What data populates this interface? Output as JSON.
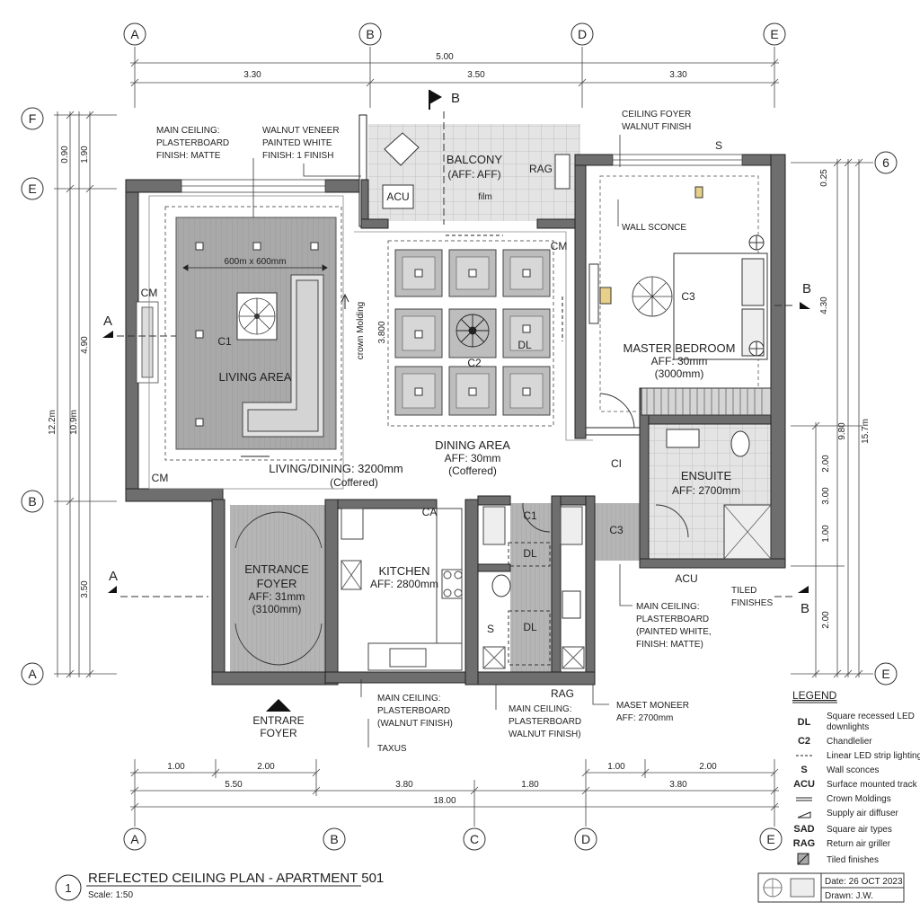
{
  "drawing": {
    "number": "1",
    "title": "REFLECTED CEILING PLAN - APARTMENT 501",
    "scale": "Scale: 1:50",
    "date": "Date: 26 OCT 2023",
    "drawn": "Drawn: J.W."
  },
  "grid": {
    "top": [
      "A",
      "B",
      "D",
      "E"
    ],
    "bottom": [
      "A",
      "B",
      "C",
      "D",
      "E"
    ],
    "left": [
      "F",
      "E",
      "B",
      "A"
    ],
    "right": [
      "6",
      "E"
    ]
  },
  "dims": {
    "top_overall": "5.00",
    "top_parts": [
      "3.30",
      "3.50",
      "3.30"
    ],
    "bottom_row1": [
      "1.00",
      "2.00",
      "1.00",
      "2.00"
    ],
    "bottom_row2": [
      "5.50",
      "3.80",
      "1.80",
      "3.80"
    ],
    "bottom_overall": "18.00",
    "left_a": [
      "0.90",
      "4.90",
      "3.50"
    ],
    "left_b": "1.90",
    "left_overall_a": "12.2m",
    "left_overall_b": "10.9m",
    "right_a": [
      "0.25",
      "4.30"
    ],
    "right_b": [
      "2.00",
      "3.00",
      "1.00",
      "2.00"
    ],
    "right_overall_a": "9.80",
    "right_overall_b": "15.7m",
    "living_coffer": "600m x 600mm",
    "dining_vertical": "3.800"
  },
  "rooms": {
    "balcony": {
      "name": "BALCONY",
      "sub": "(AFF: AFF)",
      "film": "film"
    },
    "living": {
      "name": "LIVING AREA"
    },
    "dining": {
      "name": "DINING AREA",
      "aff": "AFF: 30mm",
      "note": "(Coffered)"
    },
    "living_dining": {
      "name": "LIVING/DINING: 3200mm",
      "note": "(Coffered)"
    },
    "master": {
      "name": "MASTER BEDROOM",
      "aff": "AFF: 30mm",
      "note": "(3000mm)"
    },
    "ensuite": {
      "name": "ENSUITE",
      "aff": "AFF: 2700mm"
    },
    "kitchen": {
      "name": "KITCHEN",
      "aff": "AFF: 2800mm"
    },
    "foyer": {
      "name1": "ENTRANCE",
      "name2": "FOYER",
      "aff": "AFF: 31mm",
      "note": "(3100mm)"
    },
    "entry_label": [
      "ENTRARE",
      "FOYER"
    ]
  },
  "fixtures": {
    "c1": "C1",
    "c2": "C2",
    "c3": "C3",
    "c3b": "C3",
    "c1b": "C1",
    "ci": "CI",
    "dl": "DL",
    "dl2": "DL",
    "dl3": "DL",
    "cm1": "CM",
    "cm2": "CM",
    "cm3": "CM",
    "ca": "CA",
    "acu1": "ACU",
    "acu2": "ACU",
    "rag1": "RAG",
    "rag2": "RAG",
    "s1": "S",
    "s2": "S",
    "crown": "crown Molding"
  },
  "notes": {
    "main_ceiling_1": [
      "MAIN CEILING:",
      "PLASTERBOARD",
      "FINISH: MATTE"
    ],
    "walnut_1": [
      "WALNUT VENEER",
      "PAINTED WHITE",
      "FINISH: 1 FINISH"
    ],
    "ceiling_foyer": [
      "CEILING FOYER",
      "WALNUT FINISH"
    ],
    "wall_sconce": "WALL SCONCE",
    "main_ceiling_2": [
      "MAIN CEILING:",
      "PLASTERBOARD",
      "(PAINTED WHITE,",
      "FINISH: MATTE)"
    ],
    "tiled": [
      "TILED",
      "FINISHES"
    ],
    "main_ceiling_3": [
      "MAIN CEILING:",
      "PLASTERBOARD",
      "(WALNUT FINISH)"
    ],
    "main_ceiling_4": [
      "MAIN CEILING:",
      "PLASTERBOARD",
      "WALNUT FINISH)"
    ],
    "maset": [
      "MASET MONEER",
      "AFF: 2700mm"
    ],
    "taxus": "TAXUS"
  },
  "sections": {
    "a": "A",
    "b": "B"
  },
  "legend": {
    "title": "LEGEND",
    "items": [
      {
        "sym": "DL",
        "text": [
          "Square recessed LED",
          "downlights"
        ]
      },
      {
        "sym": "C2",
        "text": [
          "Chandlelier"
        ]
      },
      {
        "sym": "",
        "text": [
          "Linear LED strip lighting"
        ]
      },
      {
        "sym": "S",
        "text": [
          "Wall sconces"
        ]
      },
      {
        "sym": "ACU",
        "text": [
          "Surface mounted track"
        ]
      },
      {
        "sym": "",
        "text": [
          "Crown Moldings"
        ]
      },
      {
        "sym": "",
        "text": [
          "Supply air diffuser"
        ]
      },
      {
        "sym": "SAD",
        "text": [
          "Square air types"
        ]
      },
      {
        "sym": "RAG",
        "text": [
          "Return air griller"
        ]
      },
      {
        "sym": "",
        "text": [
          "Tiled finishes"
        ]
      }
    ]
  }
}
